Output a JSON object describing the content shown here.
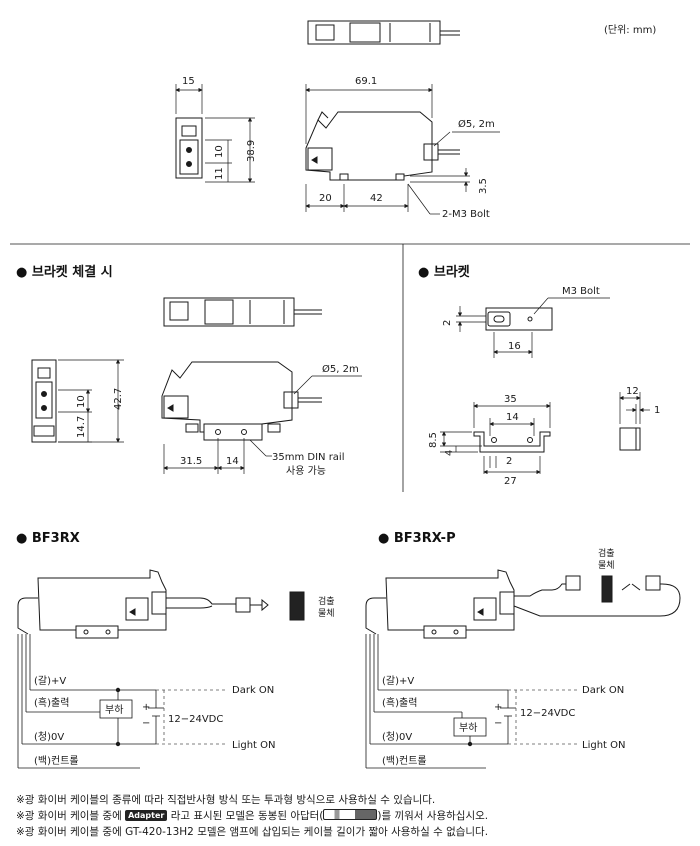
{
  "unit_label": "(단위: mm)",
  "top_view": {
    "dim_width": "15",
    "dim_length": "69.1",
    "dim_height": "38.9",
    "dim_11": "11",
    "dim_10": "10",
    "dim_20": "20",
    "dim_42": "42",
    "dim_3_5": "3.5",
    "cable_label": "Ø5, 2m",
    "bolt_label": "2-M3 Bolt"
  },
  "bracket_mount": {
    "title": "● 브라켓 체결 시",
    "dim_42_7": "42.7",
    "dim_14_7": "14.7",
    "dim_10": "10",
    "dim_31_5": "31.5",
    "dim_14": "14",
    "cable_label": "Ø5, 2m",
    "din_label_1": "35mm DIN rail",
    "din_label_2": "사용 가능"
  },
  "bracket": {
    "title": "● 브라켓",
    "bolt_label": "M3 Bolt",
    "dim_2": "2",
    "dim_16": "16",
    "dim_35": "35",
    "dim_14": "14",
    "dim_8_5": "8.5",
    "dim_4": "4",
    "dim_2b": "2",
    "dim_27": "27",
    "dim_12": "12",
    "dim_1": "1"
  },
  "bf3rx": {
    "title": "● BF3RX",
    "target_1": "검출",
    "target_2": "물체",
    "w_plus": "(갈)+V",
    "w_out": "(흑)출력",
    "w_0v": "(청)0V",
    "w_ctrl": "(백)컨트롤",
    "load": "부하",
    "plus": "+",
    "minus": "−",
    "supply": "12−24VDC",
    "dark_on": "Dark ON",
    "light_on": "Light ON"
  },
  "bf3rxp": {
    "title": "● BF3RX-P",
    "target_1": "검출",
    "target_2": "물체",
    "w_plus": "(갈)+V",
    "w_out": "(흑)출력",
    "w_0v": "(청)0V",
    "w_ctrl": "(백)컨트롤",
    "load": "부하",
    "plus": "+",
    "minus": "−",
    "supply": "12−24VDC",
    "dark_on": "Dark ON",
    "light_on": "Light ON"
  },
  "notes": {
    "n1": "※광 화이버 케이블의 종류에 따라 직접반사형 방식 또는 투과형 방식으로 사용하실 수 있습니다.",
    "n2_a": "※광 화이버 케이블 중에",
    "n2_badge": "Adapter",
    "n2_b": "라고 표시된 모델은 동봉된 아답터(",
    "n2_c": ")를 끼워서 사용하십시오.",
    "n3": "※광 화이버 케이블 중에 GT-420-13H2 모델은 앰프에 삽입되는 케이블 길이가 짧아 사용하실 수 없습니다."
  },
  "colors": {
    "line": "#1a1a1a",
    "dash": "#555555",
    "body_fill": "#ffffff"
  }
}
